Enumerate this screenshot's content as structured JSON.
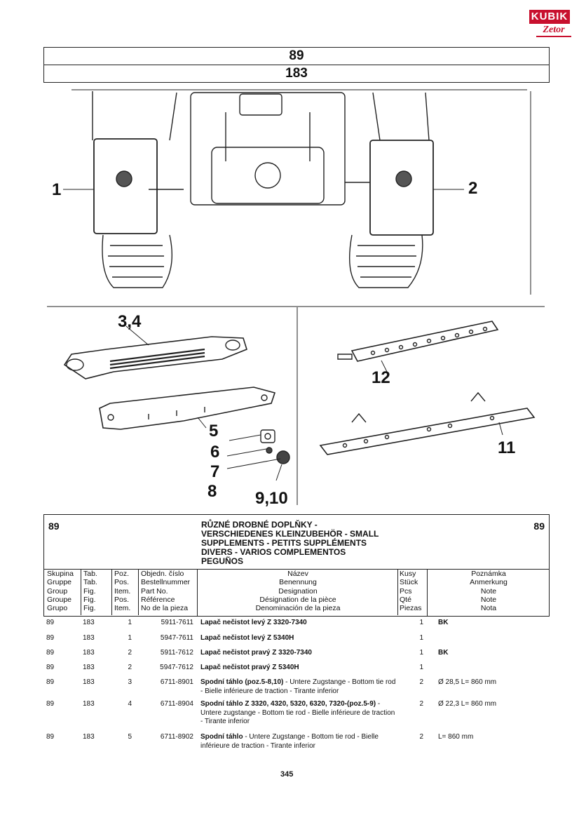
{
  "logo": {
    "top": "KUBIK",
    "bottom": "Zetor"
  },
  "header": {
    "group": "89",
    "table": "183"
  },
  "callouts": {
    "c1": "1",
    "c2": "2",
    "c34": "3,4",
    "c5": "5",
    "c6": "6",
    "c7": "7",
    "c8": "8",
    "c910": "9,10",
    "c11": "11",
    "c12": "12"
  },
  "section": {
    "group_left": "89",
    "group_right": "89",
    "title_lines": [
      "RŮZNÉ DROBNÉ DOPLŇKY -",
      "VERSCHIEDENES KLEINZUBEHÖR - SMALL",
      "SUPPLEMENTS - PETITS SUPPLÉMENTS",
      "DIVERS - VARIOS COMPLEMENTOS",
      "PEGUÑOS"
    ]
  },
  "columns": {
    "skupina": [
      "Skupina",
      "Gruppe",
      "Group",
      "Groupe",
      "Grupo"
    ],
    "tab": [
      "Tab.",
      "Tab.",
      "Fig.",
      "Fig.",
      "Fig."
    ],
    "poz": [
      "Poz.",
      "Pos.",
      "Item.",
      "Pos.",
      "Item."
    ],
    "objedn": [
      "Objedn. číslo",
      "Bestellnummer",
      "Part No.",
      "Référence",
      "No de la pieza"
    ],
    "nazev": [
      "Název",
      "Benennung",
      "Designation",
      "Désignation de la pièce",
      "Denominación de la pieza"
    ],
    "kusy": [
      "Kusy",
      "Stück",
      "Pcs",
      "Qté",
      "Piezas"
    ],
    "poznamka": [
      "Poznámka",
      "Anmerkung",
      "Note",
      "Note",
      "Nota"
    ]
  },
  "rows": [
    {
      "skupina": "89",
      "tab": "183",
      "poz": "1",
      "objedn": "5911-7611",
      "nazev_bold": "Lapač nečistot levý Z 3320-7340",
      "nazev_rest": "",
      "kusy": "1",
      "poznamka": "BK"
    },
    {
      "skupina": "89",
      "tab": "183",
      "poz": "1",
      "objedn": "5947-7611",
      "nazev_bold": "Lapač nečistot levý Z 5340H",
      "nazev_rest": "",
      "kusy": "1",
      "poznamka": ""
    },
    {
      "skupina": "89",
      "tab": "183",
      "poz": "2",
      "objedn": "5911-7612",
      "nazev_bold": "Lapač nečistot pravý Z 3320-7340",
      "nazev_rest": "",
      "kusy": "1",
      "poznamka": "BK"
    },
    {
      "skupina": "89",
      "tab": "183",
      "poz": "2",
      "objedn": "5947-7612",
      "nazev_bold": "Lapač nečistot pravý Z 5340H",
      "nazev_rest": "",
      "kusy": "1",
      "poznamka": ""
    },
    {
      "skupina": "89",
      "tab": "183",
      "poz": "3",
      "objedn": "6711-8901",
      "nazev_bold": "Spodní táhlo (poz.5-8,10)",
      "nazev_rest": " - Untere Zugstange - Bottom tie rod - Bielle inférieure de traction - Tirante inferior",
      "kusy": "2",
      "poznamka": "Ø 28,5 L= 860 mm"
    },
    {
      "skupina": "89",
      "tab": "183",
      "poz": "4",
      "objedn": "6711-8904",
      "nazev_bold": "Spodní táhlo Z 3320, 4320, 5320, 6320, 7320-(poz.5-9)",
      "nazev_rest": " - Untere zugstange - Bottom tie rod - Bielle inférieure de traction - Tirante inferior",
      "kusy": "2",
      "poznamka": "Ø 22,3 L= 860 mm"
    },
    {
      "skupina": "89",
      "tab": "183",
      "poz": "5",
      "objedn": "6711-8902",
      "nazev_bold": "Spodní táhlo",
      "nazev_rest": " - Untere Zugstange - Bottom tie rod - Bielle inférieure de traction - Tirante inferior",
      "kusy": "2",
      "poznamka": "L= 860 mm"
    }
  ],
  "page_number": "345"
}
